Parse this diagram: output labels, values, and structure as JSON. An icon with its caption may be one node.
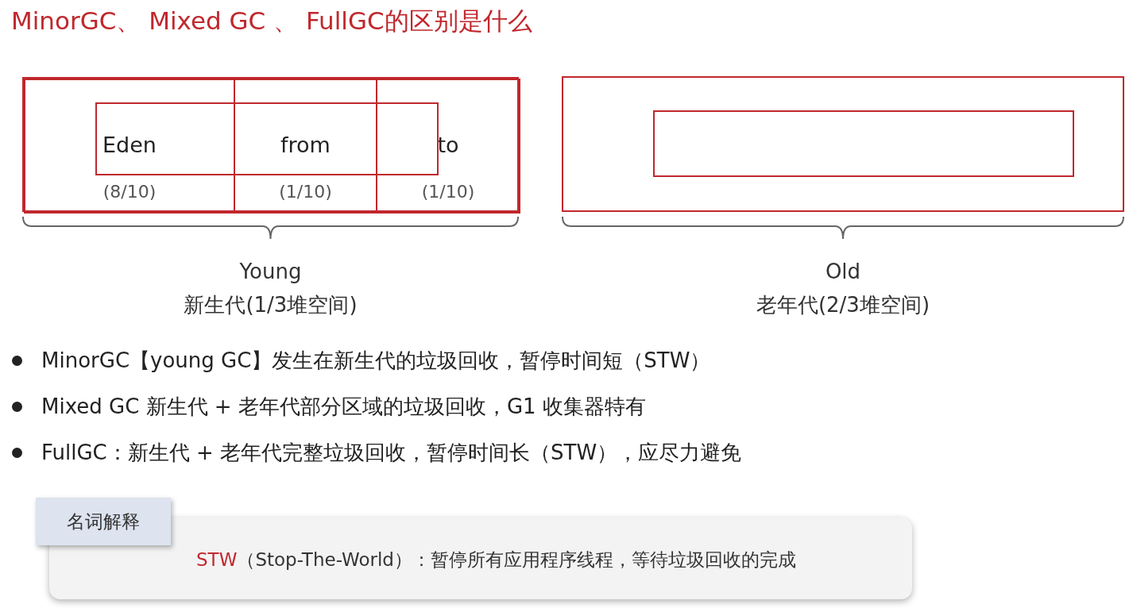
{
  "diagram": {
    "title": "MinorGC、 Mixed GC 、 FullGC的区别是什么",
    "nodes": [
      {
        "text": [],
        "shape": "box",
        "beside": [
          "Young",
          "新生代(1/3堆空间)"
        ]
      },
      {
        "text": [
          "Eden",
          "(8/10)"
        ],
        "in": 0
      },
      {
        "text": [
          "from",
          "(1/10)"
        ],
        "in": 0
      },
      {
        "text": [
          "to",
          "(1/10)"
        ],
        "in": 0
      },
      {
        "text": [],
        "shape": "box",
        "beside": [
          "Old",
          "老年代(2/3堆空间)"
        ]
      },
      {
        "text": [
          "名词解释"
        ]
      },
      {
        "text": [
          "STW",
          "（Stop-The-World）：暂停所有应用程序线程，等待垃圾回收的完成"
        ]
      }
    ],
    "edges": [],
    "labels": [
      "MinorGC【young GC】发生在新生代的垃圾回收，暂停时间短（STW）",
      "Mixed GC 新生代 + 老年代部分区域的垃圾回收，G1 收集器特有",
      "FullGC：新生代 + 老年代完整垃圾回收，暂停时间长（STW），应尽力避免"
    ]
  }
}
